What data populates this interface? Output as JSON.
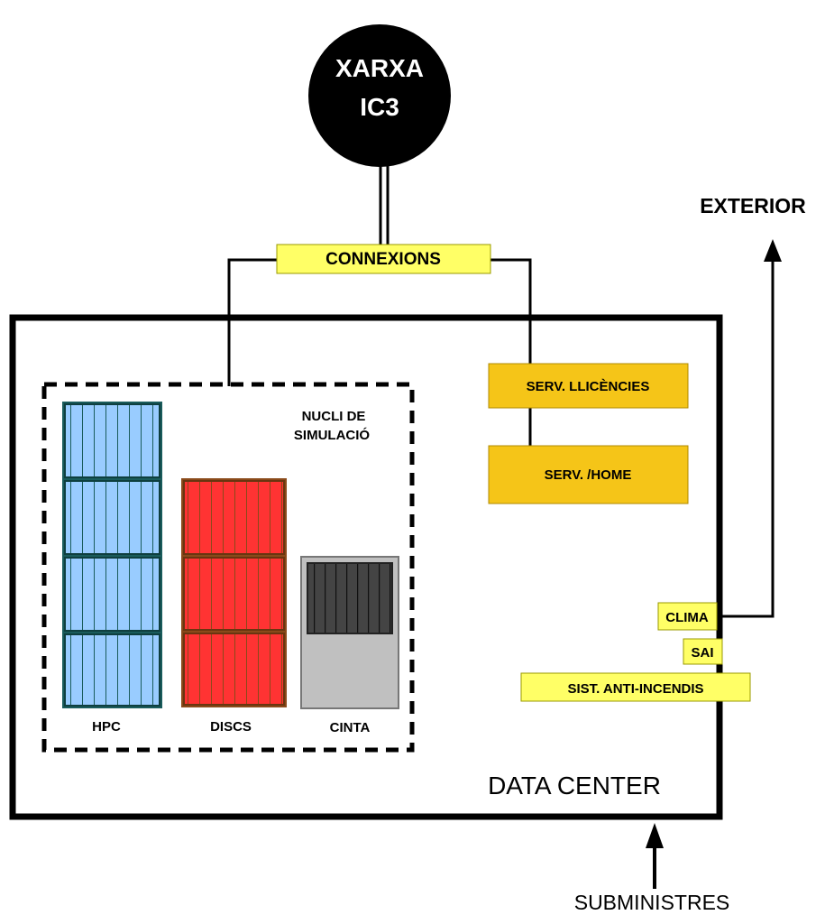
{
  "network": {
    "line1": "XARXA",
    "line2": "IC3"
  },
  "connexions": "CONNEXIONS",
  "exterior": "EXTERIOR",
  "data_center": "DATA CENTER",
  "subministres": "SUBMINISTRES",
  "core": {
    "line1": "NUCLI DE",
    "line2": "SIMULACIÓ"
  },
  "racks": {
    "hpc": "HPC",
    "discs": "DISCS",
    "cinta": "CINTA"
  },
  "servers": {
    "licenses": "SERV. LLICÈNCIES",
    "home": "SERV. /HOME"
  },
  "facilities": {
    "clima": "CLIMA",
    "sai": "SAI",
    "fire": "SIST. ANTI-INCENDIS"
  },
  "colors": {
    "yellow_label": "#ffff66",
    "server_box": "#f5c518",
    "hpc_fill": "#99ccff",
    "hpc_frame": "#1a5c5c",
    "discs_fill": "#ff3333",
    "discs_frame": "#8a4a1a",
    "cinta_fill": "#c0c0c0",
    "cinta_slots": "#444444",
    "network_fill": "#000000"
  }
}
